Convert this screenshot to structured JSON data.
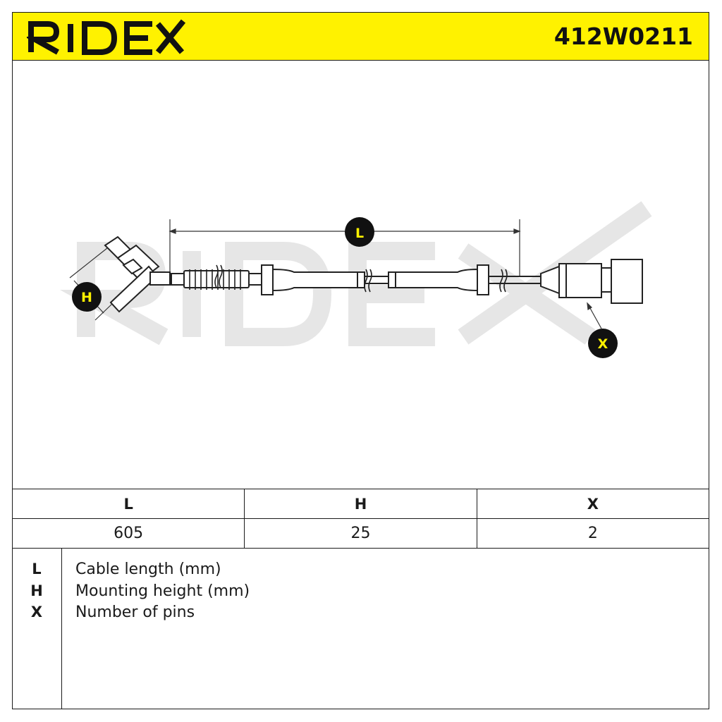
{
  "header": {
    "logo_text": "RIDEX",
    "part_number": "412W0211",
    "background_color": "#fff200"
  },
  "drawing": {
    "watermark_text": "RIDEX",
    "callouts": [
      {
        "label": "L"
      },
      {
        "label": "H"
      },
      {
        "label": "X"
      }
    ]
  },
  "dimensions_table": {
    "headers": [
      "L",
      "H",
      "X"
    ],
    "values": [
      "605",
      "25",
      "2"
    ]
  },
  "legend": [
    {
      "key": "L",
      "description": "Cable length (mm)"
    },
    {
      "key": "H",
      "description": "Mounting height (mm)"
    },
    {
      "key": "X",
      "description": "Number of pins"
    }
  ]
}
